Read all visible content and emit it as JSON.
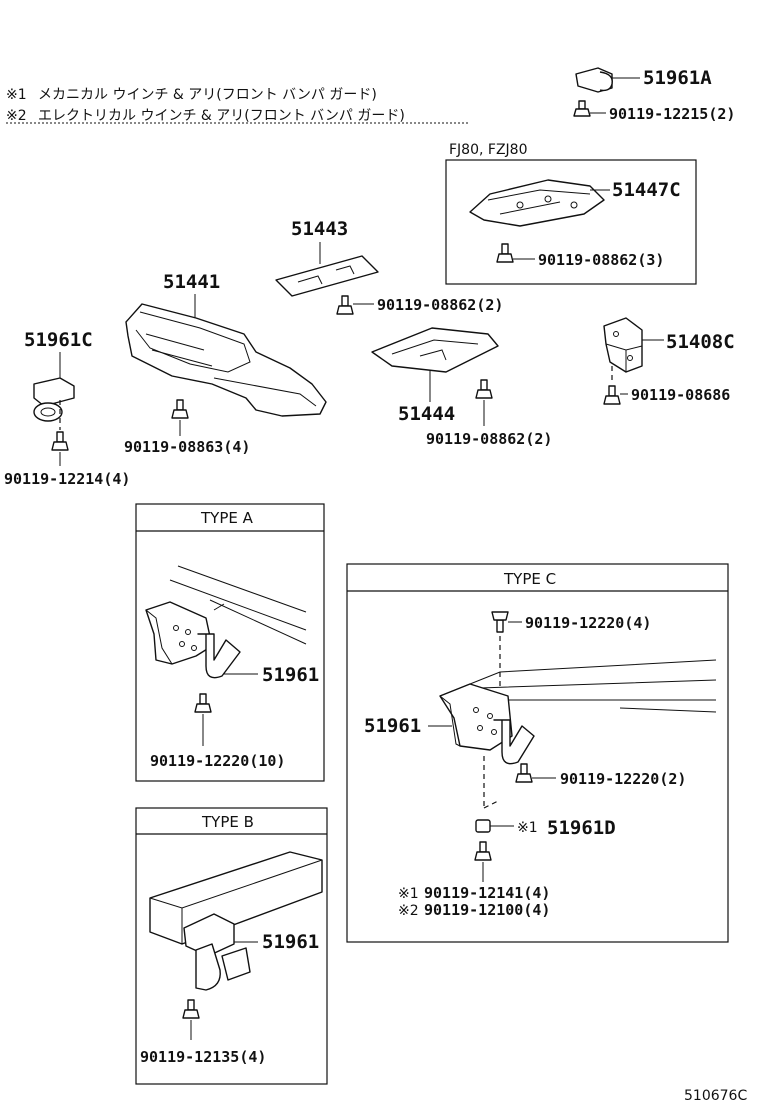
{
  "notes": [
    {
      "mark": "※1",
      "text": "メカニカル ウインチ & アリ(フロント バンパ ガード)"
    },
    {
      "mark": "※2",
      "text": "エレクトリカル ウインチ & アリ(フロント バンパ ガード)"
    }
  ],
  "parts": {
    "p51961A": "51961A",
    "p90119_12215": "90119-12215(2)",
    "fj_group": "FJ80, FZJ80",
    "p51447C": "51447C",
    "p90119_08862_3": "90119-08862(3)",
    "p51443": "51443",
    "p90119_08862_2a": "90119-08862(2)",
    "p51441": "51441",
    "p51961C": "51961C",
    "p51408C": "51408C",
    "p90119_08686": "90119-08686",
    "p51444": "51444",
    "p90119_08862_2b": "90119-08862(2)",
    "p90119_08863": "90119-08863(4)",
    "p90119_12214": "90119-12214(4)"
  },
  "type_a": {
    "title": "TYPE A",
    "part": "51961",
    "bolt": "90119-12220(10)"
  },
  "type_b": {
    "title": "TYPE B",
    "part": "51961",
    "bolt": "90119-12135(4)"
  },
  "type_c": {
    "title": "TYPE C",
    "bolt_top": "90119-12220(4)",
    "part": "51961",
    "bolt_side": "90119-12220(2)",
    "mark_1": "※1",
    "part_d": "51961D",
    "mark_1b": "※1",
    "bolt_1": "90119-12141(4)",
    "mark_2": "※2",
    "bolt_2": "90119-12100(4)"
  },
  "figure_ref": "510676C"
}
